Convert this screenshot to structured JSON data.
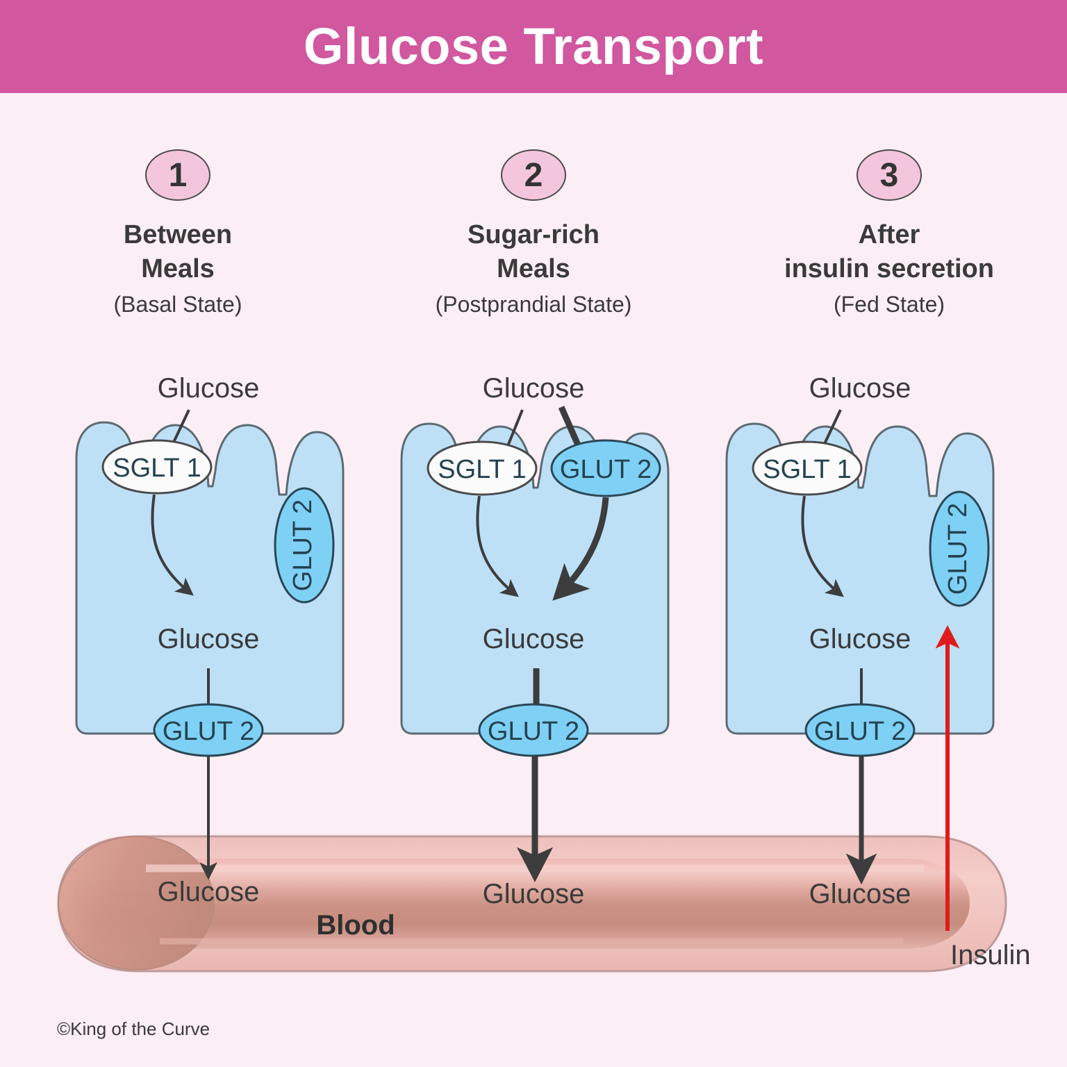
{
  "header": {
    "title": "Glucose Transport",
    "bar_color": "#d1579f",
    "title_color": "#ffffff"
  },
  "page": {
    "background_color": "#fceef5",
    "copyright": "©King of the Curve"
  },
  "palette": {
    "cell_fill": "#bde0f7",
    "cell_stroke": "#5c6a72",
    "glut2_fill": "#7fd0f5",
    "glut2_stroke": "#2b4654",
    "sglt1_fill": "#fbfbfb",
    "sglt1_stroke": "#4a4a4a",
    "arrow_dark": "#3d3d3d",
    "insulin_red": "#e01b1b",
    "vessel_outer": "#f2bfbd",
    "vessel_mid": "#e8b0ab",
    "vessel_inner": "#cb9284",
    "vessel_core": "#c2897c",
    "vessel_edge": "#c09a9a",
    "badge_fill": "#f4c6dd"
  },
  "columns": [
    {
      "number": "1",
      "title": "Between\nMeals",
      "subtitle": "(Basal State)",
      "cell": {
        "top_label": "Glucose",
        "apical_carriers": [
          "SGLT 1"
        ],
        "cytoplasm_label": "Glucose",
        "basal_carrier": "GLUT 2",
        "vesicle_carrier": "GLUT 2",
        "vesicle_present": true,
        "apical_glut2_present": false,
        "blood_label": "Glucose",
        "thick_arrow": false,
        "insulin_arrow": false
      }
    },
    {
      "number": "2",
      "title": "Sugar-rich\nMeals",
      "subtitle": "(Postprandial State)",
      "cell": {
        "top_label": "Glucose",
        "apical_carriers": [
          "SGLT 1",
          "GLUT 2"
        ],
        "cytoplasm_label": "Glucose",
        "basal_carrier": "GLUT 2",
        "vesicle_carrier": null,
        "vesicle_present": false,
        "apical_glut2_present": true,
        "blood_label": "Glucose",
        "thick_arrow": true,
        "insulin_arrow": false
      }
    },
    {
      "number": "3",
      "title": "After\ninsulin secretion",
      "subtitle": "(Fed State)",
      "cell": {
        "top_label": "Glucose",
        "apical_carriers": [
          "SGLT 1"
        ],
        "cytoplasm_label": "Glucose",
        "basal_carrier": "GLUT 2",
        "vesicle_carrier": "GLUT 2",
        "vesicle_present": true,
        "apical_glut2_present": false,
        "blood_label": "Glucose",
        "thick_arrow": false,
        "insulin_arrow": true
      }
    }
  ],
  "vessel": {
    "label": "Blood",
    "insulin_label": "Insulin"
  },
  "labels": {
    "glucose": "Glucose",
    "sglt1": "SGLT 1",
    "glut2": "GLUT 2"
  }
}
